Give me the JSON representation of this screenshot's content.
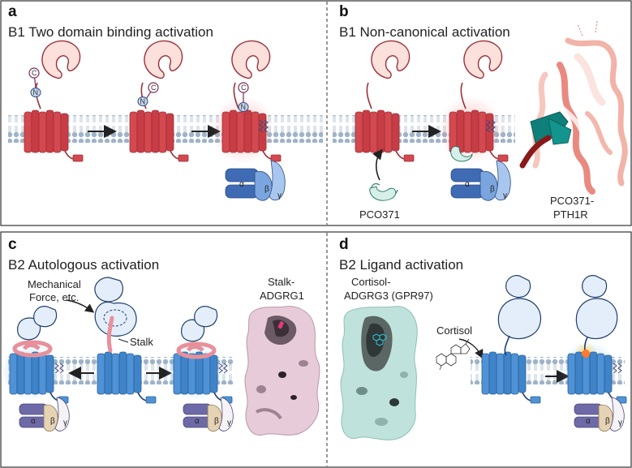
{
  "panels": {
    "a": {
      "letter": "a",
      "title": "B1 Two domain binding activation",
      "n_label": "N",
      "c_label": "C"
    },
    "b": {
      "letter": "b",
      "title": "B1 Non-canonical activation",
      "ligand": "PCO371",
      "structure_line1": "PCO371-",
      "structure_line2": "PTH1R"
    },
    "c": {
      "letter": "c",
      "title": "B2 Autologous activation",
      "force_line1": "Mechanical",
      "force_line2": "Force, etc.",
      "stalk": "Stalk",
      "structure_line1": "Stalk-",
      "structure_line2": "ADGRG1"
    },
    "d": {
      "letter": "d",
      "title": "B2 Ligand activation",
      "structure_line1": "Cortisol-",
      "structure_line2": "ADGRG3 (GPR97)",
      "ligand": "Cortisol"
    }
  },
  "g_protein": {
    "alpha": "α",
    "beta": "β",
    "gamma": "γ"
  },
  "colors": {
    "b1_receptor": "#d4484f",
    "b1_ecd": "#fbe0dc",
    "b2_receptor": "#4f93d6",
    "b2_ecd": "#e4eefb",
    "membrane": "#9fb3c8",
    "g_alpha_blue": "#3f6bb5",
    "g_beta_blue": "#7aa5de",
    "g_gamma_blue": "#a9c6ee",
    "g_alpha_purple": "#6e6aa8",
    "g_beta_tan": "#e6d3b3",
    "stalk_pink": "#e8909a",
    "structure_pink": "#e8cbd9",
    "structure_teal": "#bfe3dc",
    "pco371": "#d6efe8"
  }
}
